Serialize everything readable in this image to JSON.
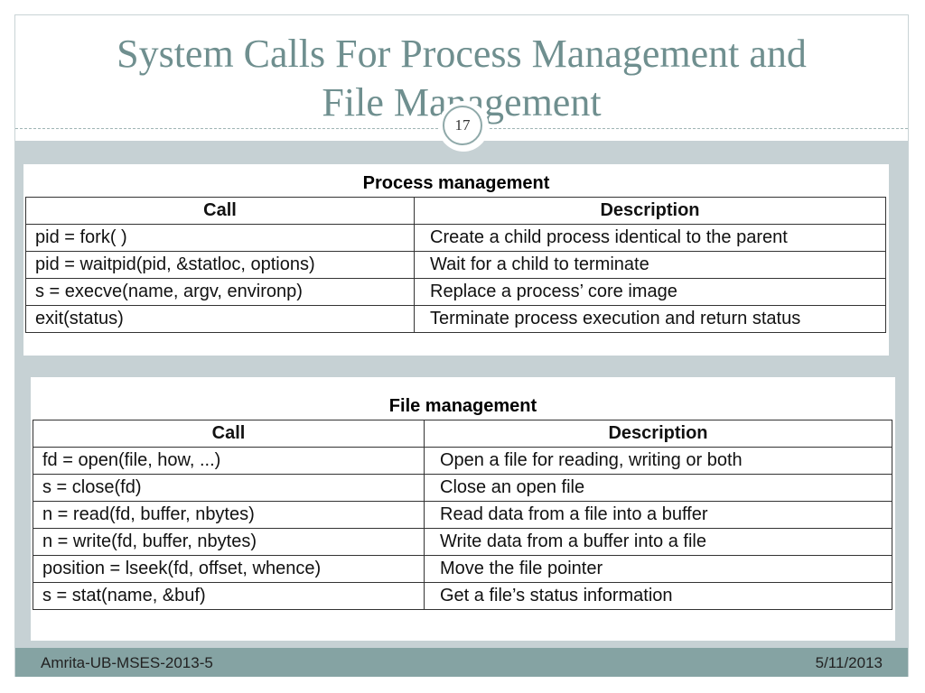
{
  "slide": {
    "title_line1": "System Calls For Process Management and",
    "title_line2": "File Management",
    "page_number": "17"
  },
  "process_table": {
    "title": "Process management",
    "headers": {
      "call": "Call",
      "description": "Description"
    },
    "rows": [
      {
        "call": "pid = fork( )",
        "description": "Create a child process identical to the parent"
      },
      {
        "call": "pid = waitpid(pid, &statloc, options)",
        "description": "Wait for a child to terminate"
      },
      {
        "call": "s = execve(name, argv, environp)",
        "description": "Replace a process’ core image"
      },
      {
        "call": "exit(status)",
        "description": "Terminate process execution and return status"
      }
    ]
  },
  "file_table": {
    "title": "File management",
    "headers": {
      "call": "Call",
      "description": "Description"
    },
    "rows": [
      {
        "call": "fd = open(file, how, ...)",
        "description": "Open a file for reading, writing or both"
      },
      {
        "call": "s = close(fd)",
        "description": "Close an open file"
      },
      {
        "call": "n = read(fd, buffer, nbytes)",
        "description": "Read data from a file into a buffer"
      },
      {
        "call": "n = write(fd, buffer, nbytes)",
        "description": "Write data from a buffer into a file"
      },
      {
        "call": "position = lseek(fd, offset, whence)",
        "description": "Move the file pointer"
      },
      {
        "call": "s = stat(name, &buf)",
        "description": "Get a file’s status information"
      }
    ]
  },
  "footer": {
    "left_text": "Amrita-UB-MSES-2013-5",
    "right_text": "5/11/2013"
  },
  "colors": {
    "title": "#6f8f8f",
    "content_band": "#c6d1d4",
    "footer_band": "#85a3a3"
  }
}
